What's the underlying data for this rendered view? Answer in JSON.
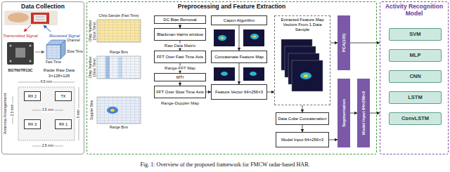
{
  "diagram": {
    "caption": "Fig. 1: Overview of the proposed framework for FMCW radar-based HAR.",
    "nodes": [
      {
        "text": [
          "Data Collection"
        ]
      },
      {
        "text": [
          "RX 2"
        ],
        "in": 0
      },
      {
        "text": [
          "TX"
        ],
        "in": 0
      },
      {
        "text": [
          "RX 3"
        ],
        "in": 0
      },
      {
        "text": [
          "RX 1"
        ],
        "in": 0
      },
      {
        "text": [
          "Preprocessing and Feature Extraction"
        ]
      },
      {
        "text": [
          "DC Bias Removal"
        ],
        "in": 5
      },
      {
        "text": [
          "Blackman Harris window"
        ],
        "in": 5
      },
      {
        "text": [
          "FFT Over Fast Time Axis"
        ],
        "in": 5
      },
      {
        "text": [
          "MTI"
        ],
        "in": 5
      },
      {
        "text": [
          "FFT Over Slow Time Axis"
        ],
        "in": 5
      },
      {
        "text": [
          "Capon Algorithm"
        ],
        "in": 5
      },
      {
        "text": [
          "Concatenate Feature Map"
        ],
        "in": 5
      },
      {
        "text": [
          "Feature Vector 64×256×3"
        ],
        "in": 5
      },
      {
        "text": [
          "Extracted Feature Map Vectors From 1 Data Sample"
        ],
        "in": 5
      },
      {
        "text": [
          "Data Cube Concatenation"
        ],
        "in": 5
      },
      {
        "text": [
          "Model Input 64×256×3"
        ],
        "in": 5
      },
      {
        "text": [
          "PCA(100)"
        ],
        "in": 5
      },
      {
        "text": [
          "Segmentation"
        ],
        "in": 5
      },
      {
        "text": [
          "Model Input 64×256×3"
        ],
        "in": 5
      },
      {
        "text": [
          "Activity Recognition Model"
        ]
      },
      {
        "text": [
          "SVM"
        ],
        "in": 20
      },
      {
        "text": [
          "MLP"
        ],
        "in": 20
      },
      {
        "text": [
          "CNN"
        ],
        "in": 20
      },
      {
        "text": [
          "LSTM"
        ],
        "in": 20
      },
      {
        "text": [
          "ConvLSTM"
        ],
        "in": 20
      }
    ],
    "edges": [
      {
        "from": 6,
        "to": 7,
        "arrow": "to"
      },
      {
        "from": 7,
        "to": 8,
        "arrow": "to"
      },
      {
        "from": 8,
        "to": 9,
        "arrow": "to"
      },
      {
        "from": 9,
        "to": 10,
        "arrow": "to"
      },
      {
        "from": 10,
        "to": 13,
        "arrow": "to"
      },
      {
        "from": 11,
        "to": 12,
        "arrow": "to"
      },
      {
        "from": 12,
        "to": 13,
        "arrow": "to"
      },
      {
        "from": 13,
        "to": 14,
        "arrow": "to"
      },
      {
        "from": 14,
        "to": 15,
        "arrow": "to"
      },
      {
        "from": 15,
        "to": 16,
        "arrow": "to"
      },
      {
        "from": 14,
        "to": 17,
        "arrow": "to"
      },
      {
        "from": 16,
        "to": 18,
        "arrow": "to"
      },
      {
        "from": 18,
        "to": 19,
        "arrow": "to"
      },
      {
        "from": 17,
        "to": 20,
        "arrow": "to"
      },
      {
        "from": 19,
        "to": 20,
        "arrow": "to"
      }
    ],
    "labels": [
      "Transmitted Signal",
      "Received Signal",
      "BGT60TR13C",
      "Radar Raw Data",
      "3×128×128",
      "Channel",
      "Slow Time",
      "Fast Time",
      "Antenna Arrangement",
      "6.5 mm",
      "3.5 mm",
      "2.5 mm",
      "5 mm",
      "2.5 mm",
      "Chirp Sample (Fast Time)",
      "Chirp Number (Slow Time)",
      "Raw Data Matrix",
      "Range Bins",
      "Chirp Number (Slow Time)",
      "Range-FFT Map",
      "Doppler Bins",
      "Range Bins",
      "Range-Doppler Map"
    ]
  }
}
